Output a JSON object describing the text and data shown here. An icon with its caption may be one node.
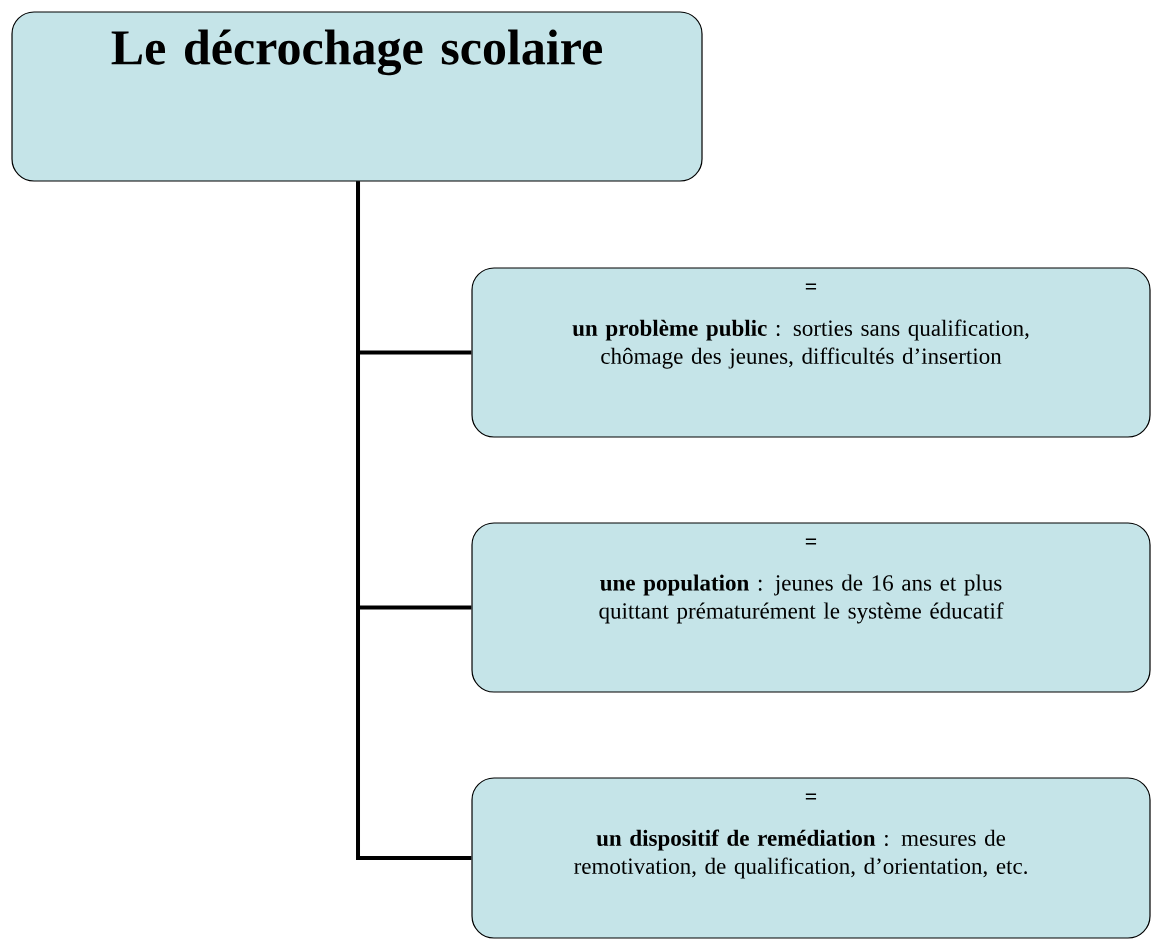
{
  "diagram": {
    "nodes": [
      {
        "text": [
          "Le décrochage scolaire"
        ]
      },
      {
        "text": [
          "=",
          "**un problème public** : sorties sans qualification, chômage des jeunes,  difficultés d’insertion"
        ]
      },
      {
        "text": [
          "=",
          "**une population** : jeunes de 16 ans et plus quittant prématurément le système éducatif"
        ]
      },
      {
        "text": [
          "=",
          "**un dispositif de remédiation** : mesures de remotivation, de qualification, d’orientation, etc."
        ]
      }
    ],
    "edges": [
      {
        "from": 0,
        "to": 1,
        "arrow": "none"
      },
      {
        "from": 0,
        "to": 2,
        "arrow": "none"
      },
      {
        "from": 0,
        "to": 3,
        "arrow": "none"
      }
    ]
  }
}
